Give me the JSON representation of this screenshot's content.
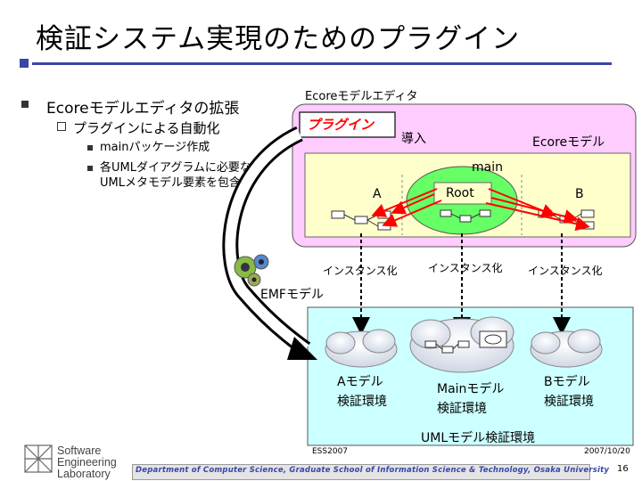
{
  "slide": {
    "title": "検証システム実現のためのプラグイン"
  },
  "bullets": {
    "level1": "Ecoreモデルエディタの拡張",
    "level2": "プラグインによる自動化",
    "level3": [
      "mainパッケージ作成",
      "各UMLダイアグラムに必要な",
      "UMLメタモデル要素を包含"
    ]
  },
  "diagram": {
    "editor_label": "Ecoreモデルエディタ",
    "plugin_label": "プラグイン",
    "intro_label": "導入",
    "ecore_model_label": "Ecoreモデル",
    "main_label": "main",
    "root_label": "Root",
    "package_a": "A",
    "package_b": "B",
    "instantiate_labels": [
      "インスタンス化",
      "インスタンス化",
      "インスタンス化"
    ],
    "emf_model_label": "EMFモデル",
    "env_a": [
      "Aモデル",
      "検証環境"
    ],
    "env_main": [
      "Mainモデル",
      "検証環境"
    ],
    "env_b": [
      "Bモデル",
      "検証環境"
    ],
    "uml_env_label": "UMLモデル検証環境",
    "colors": {
      "title_rule": "#3a46a8",
      "ecore_panel": "#ffccff",
      "yellow_area": "#ffffcc",
      "main_ellipse": "#66ff66",
      "plugin_badge_text": "#ff0000",
      "emf_panel": "#ccffff",
      "arrow_red": "#ff0000"
    }
  },
  "footer": {
    "conference": "ESS2007",
    "date": "2007/10/20",
    "department": "Department of Computer Science, Graduate School of Information Science & Technology, Osaka University",
    "page_number": "16",
    "logo_lines": [
      "Software",
      "Engineering",
      "Laboratory"
    ]
  }
}
